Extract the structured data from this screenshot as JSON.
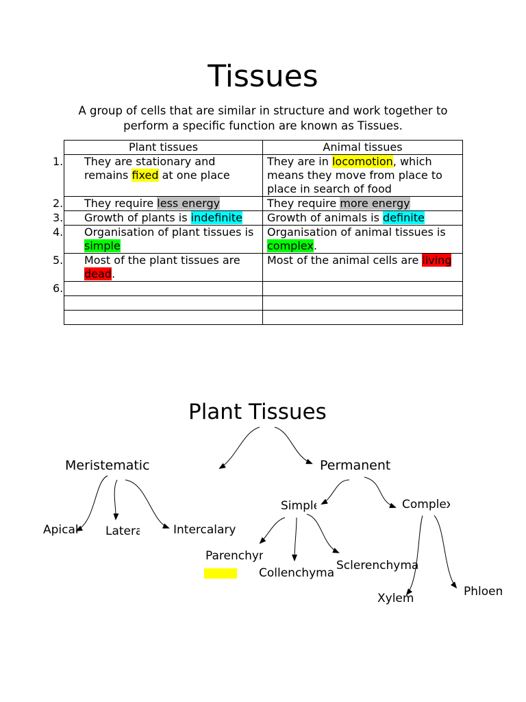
{
  "title": "Tissues",
  "intro": "A group of cells that are similar in structure and work together to perform a specific function are known as Tissues.",
  "table": {
    "headers": [
      "Plant tissues",
      "Animal tissues"
    ],
    "rows": [
      {
        "num": "1.",
        "plant": [
          {
            "t": "They are stationary and remains "
          },
          {
            "t": "fixed",
            "hl": "yellow"
          },
          {
            "t": " at one place"
          }
        ],
        "animal": [
          {
            "t": "They are in "
          },
          {
            "t": "locomotion",
            "hl": "yellow"
          },
          {
            "t": ", which means they move from place to place in search of food"
          }
        ]
      },
      {
        "num": "2.",
        "plant": [
          {
            "t": "They require "
          },
          {
            "t": "less energy",
            "hl": "grey"
          }
        ],
        "animal": [
          {
            "t": "They require "
          },
          {
            "t": "more energy",
            "hl": "grey"
          }
        ]
      },
      {
        "num": "3.",
        "plant": [
          {
            "t": "Growth of plants is "
          },
          {
            "t": "indefinite",
            "hl": "cyan"
          }
        ],
        "animal": [
          {
            "t": "Growth of animals is "
          },
          {
            "t": "definite",
            "hl": "cyan"
          }
        ]
      },
      {
        "num": "4.",
        "plant": [
          {
            "t": "Organisation of plant tissues is "
          },
          {
            "t": "simple",
            "hl": "green"
          }
        ],
        "animal": [
          {
            "t": "Organisation of animal tissues is "
          },
          {
            "t": "complex",
            "hl": "green"
          },
          {
            "t": "."
          }
        ]
      },
      {
        "num": "5.",
        "plant": [
          {
            "t": "Most of the plant tissues are "
          },
          {
            "t": "dead",
            "hl": "red"
          },
          {
            "t": "."
          }
        ],
        "animal": [
          {
            "t": "Most of the animal cells are "
          },
          {
            "t": "living",
            "hl": "red"
          }
        ]
      },
      {
        "num": "6.",
        "plant": [],
        "animal": []
      },
      {
        "num": "",
        "plant": [],
        "animal": []
      },
      {
        "num": "",
        "plant": [],
        "animal": []
      }
    ]
  },
  "highlight_colors": {
    "yellow": "#ffff00",
    "grey": "#c0c0c0",
    "cyan": "#00ffff",
    "green": "#00ff00",
    "red": "#ff0000"
  },
  "diagram": {
    "root": "Plant Tissues",
    "meristematic": "Meristematic",
    "permanent": "Permanent",
    "apical": "Apical",
    "lateral": "Lateral",
    "intercalary": "Intercalary",
    "simple": "Simple",
    "complex": "Complex",
    "parenchyma": "Parenchyma",
    "collenchyma": "Collenchyma",
    "sclerenchyma": "Sclerenchyma",
    "xylem": "Xylem",
    "phloem": "Phloem"
  }
}
